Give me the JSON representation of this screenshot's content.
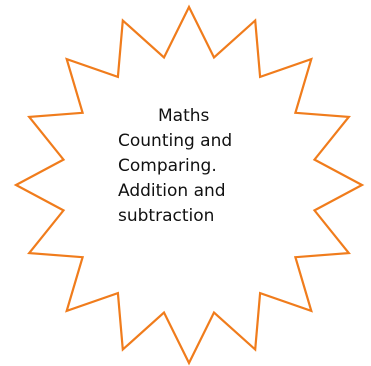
{
  "shape": {
    "type": "star-burst",
    "points": 16,
    "stroke_color": "#F07C1C",
    "fill_color": "#FFFFFF"
  },
  "text": {
    "title": "Maths",
    "lines": [
      "Counting and",
      "Comparing.",
      "Addition and",
      "subtraction"
    ]
  }
}
